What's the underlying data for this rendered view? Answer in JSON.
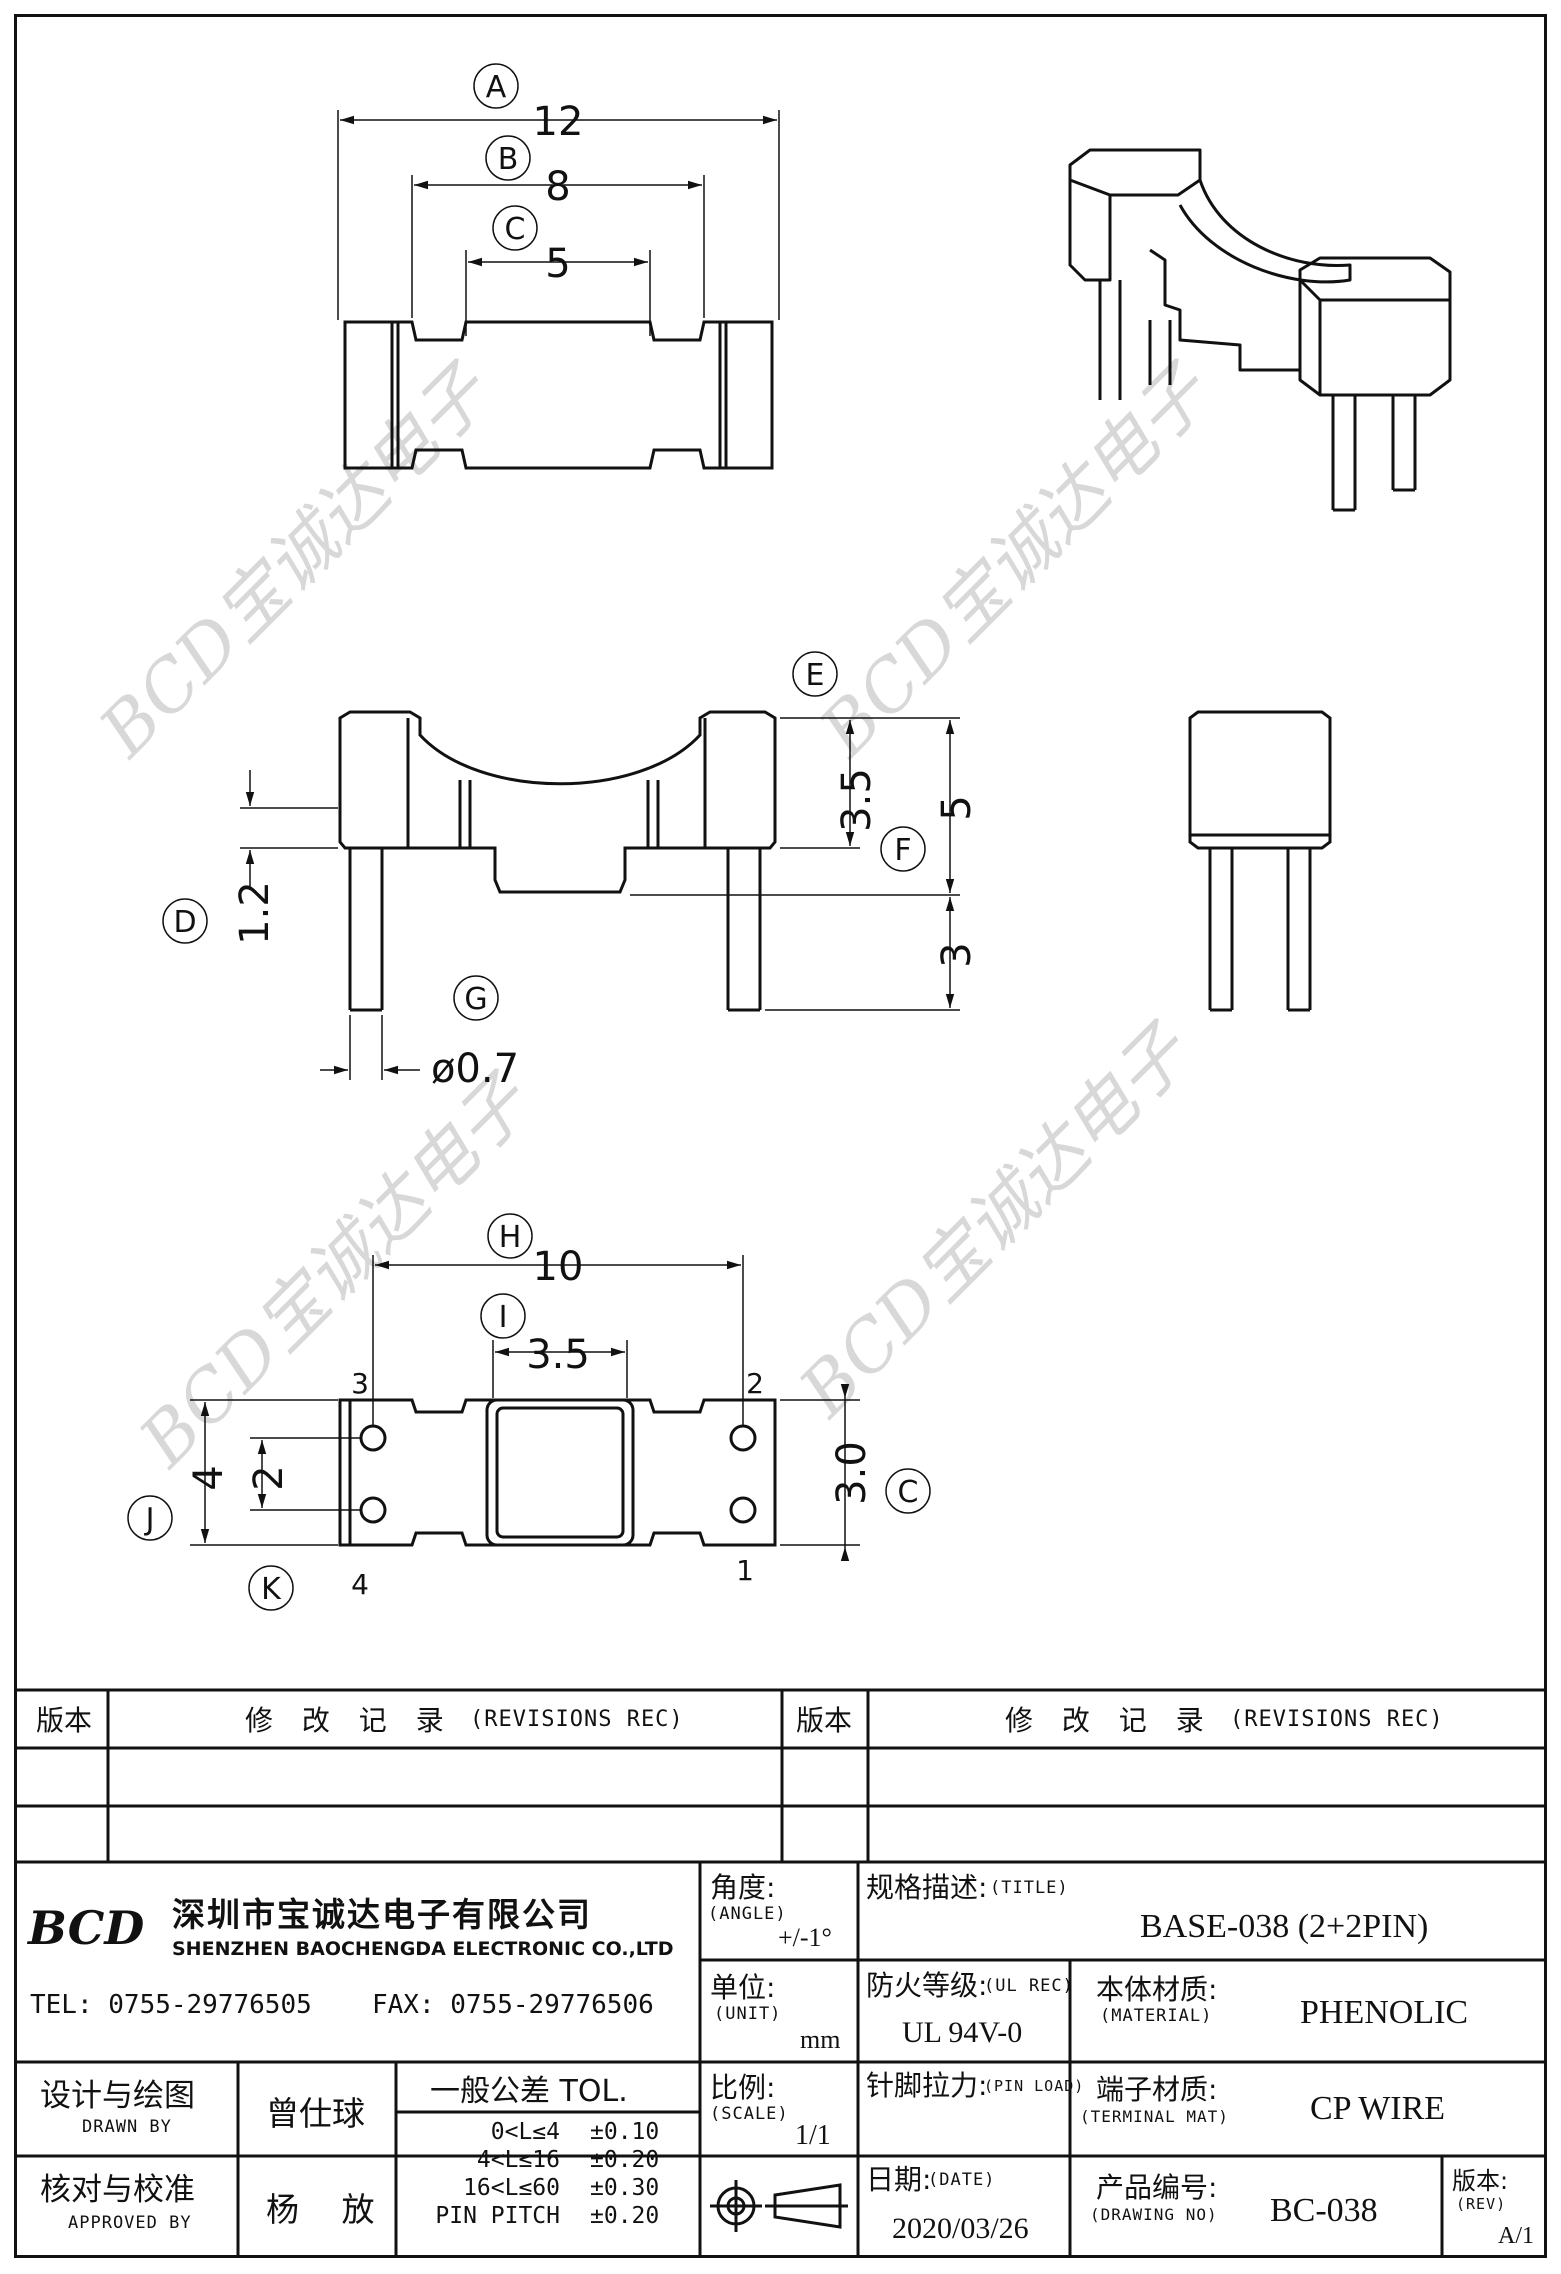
{
  "drawing": {
    "dim_a_letter": "A",
    "dim_a_value": "12",
    "dim_b_letter": "B",
    "dim_b_value": "8",
    "dim_c_letter": "C",
    "dim_c_value": "5",
    "dim_e_letter": "E",
    "dim_e_inner": "3.5",
    "dim_e_outer": "5",
    "dim_f_letter": "F",
    "dim_d_letter": "D",
    "dim_d_value": "1.2",
    "dim_pin_len": "3",
    "dim_g_letter": "G",
    "dim_g_value": "ø0.7",
    "dim_h_letter": "H",
    "dim_h_value": "10",
    "dim_i_letter": "I",
    "dim_i_value": "3.5",
    "dim_j_letter": "J",
    "dim_j_outer": "4",
    "dim_j_inner": "2",
    "dim_k_letter": "K",
    "dim_c2_letter": "C",
    "dim_c2_value": "3.0",
    "pin_1": "1",
    "pin_2": "2",
    "pin_3": "3",
    "pin_4": "4",
    "watermark_text": "BCD宝诚达电子"
  },
  "revisions": {
    "ver_label": "版本",
    "rec_label": "修 改 记 录",
    "rec_label_en": "(REVISIONS REC)"
  },
  "company": {
    "logo": "BCD",
    "name_cn": "深圳市宝诚达电子有限公司",
    "name_en": "SHENZHEN BAOCHENGDA ELECTRONIC CO.,LTD",
    "tel": "TEL: 0755-29776505",
    "fax": "FAX: 0755-29776506"
  },
  "title_block": {
    "angle_label": "角度:",
    "angle_sub": "(ANGLE)",
    "angle_value": "+/-1°",
    "unit_label": "单位:",
    "unit_sub": "(UNIT)",
    "unit_value": "mm",
    "scale_label": "比例:",
    "scale_sub": "(SCALE)",
    "scale_value": "1/1",
    "title_label": "规格描述:",
    "title_sub": "(TITLE)",
    "title_value": "BASE-038 (2+2PIN)",
    "ul_label": "防火等级:",
    "ul_sub": "(UL REC)",
    "ul_value": "UL 94V-0",
    "material_label": "本体材质:",
    "material_sub": "(MATERIAL)",
    "material_value": "PHENOLIC",
    "pinload_label": "针脚拉力:",
    "pinload_sub": "(PIN LOAD)",
    "terminal_label": "端子材质:",
    "terminal_sub": "(TERMINAL MAT)",
    "terminal_value": "CP WIRE",
    "date_label": "日期:",
    "date_sub": "(DATE)",
    "date_value": "2020/03/26",
    "drawno_label": "产品编号:",
    "drawno_sub": "(DRAWING NO)",
    "drawno_value": "BC-038",
    "rev_label": "版本:",
    "rev_sub": "(REV)",
    "rev_value": "A/1",
    "drawn_label": "设计与绘图",
    "drawn_sub": "DRAWN BY",
    "drawn_value": "曾仕球",
    "approved_label": "核对与校准",
    "approved_sub": "APPROVED BY",
    "approved_value": "杨 放",
    "tol_label": "一般公差 TOL.",
    "tol_rows": [
      {
        "range": "0<L≤4",
        "value": "±0.10"
      },
      {
        "range": "4<L≤16",
        "value": "±0.20"
      },
      {
        "range": "16<L≤60",
        "value": "±0.30"
      },
      {
        "range": "PIN PITCH",
        "value": "±0.20"
      }
    ]
  }
}
